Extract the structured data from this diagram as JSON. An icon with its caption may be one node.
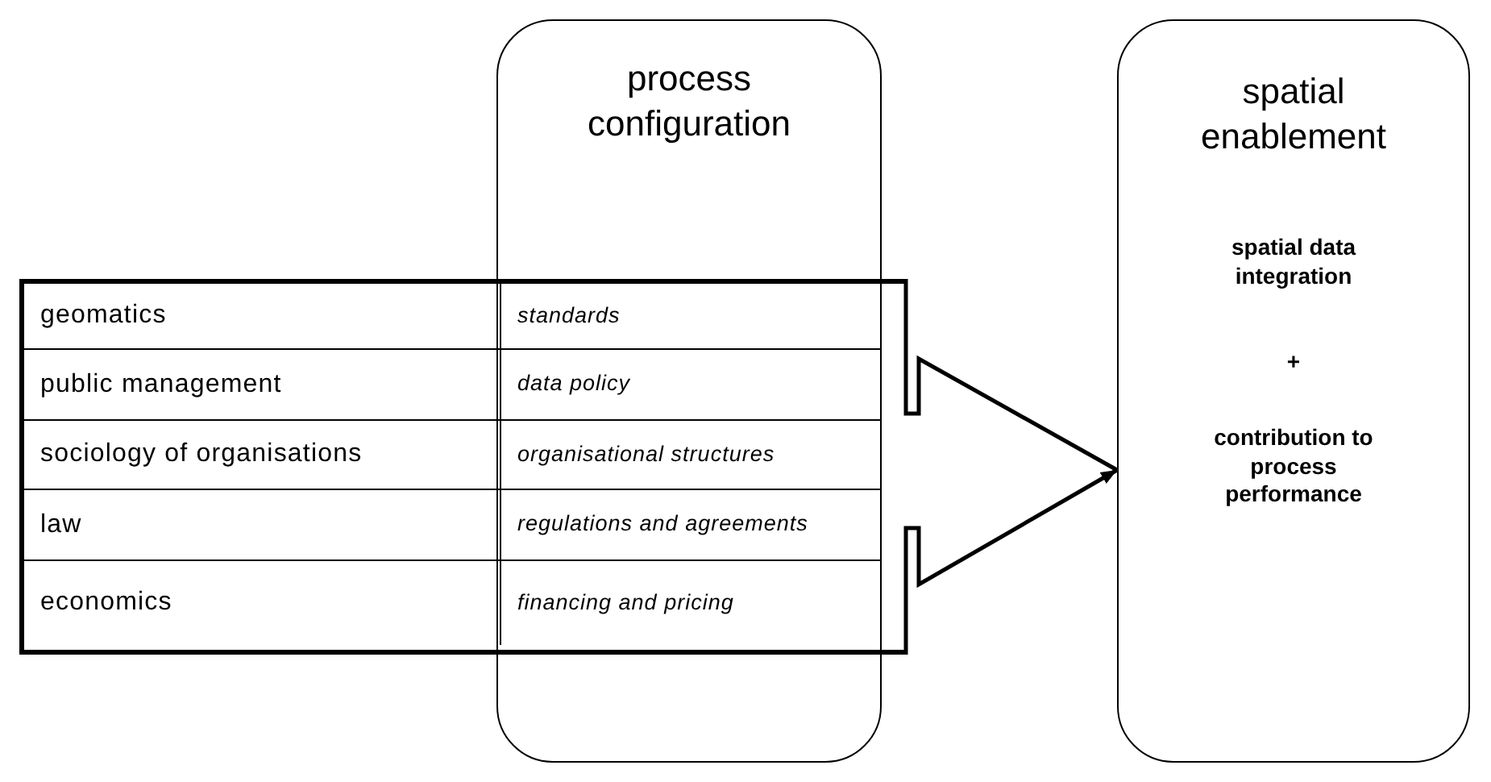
{
  "diagram": {
    "nodes": [
      {
        "text": [
          "process configuration"
        ]
      },
      {
        "text": [
          "spatial enablement",
          "spatial data integration",
          "+",
          "contribution to process performance"
        ]
      },
      {
        "text": [],
        "shape": "box"
      }
    ],
    "edges": [
      {
        "from": 2,
        "to": 1,
        "arrow": "to"
      }
    ],
    "labels": [
      "geomatics",
      "standards",
      "public management",
      "data policy",
      "sociology of organisations",
      "organisational structures",
      "law",
      "regulations and agreements",
      "economics",
      "financing and pricing"
    ]
  }
}
